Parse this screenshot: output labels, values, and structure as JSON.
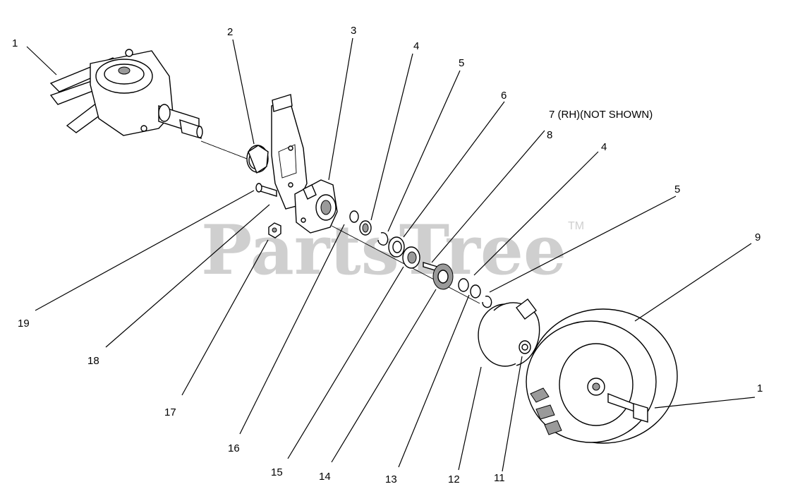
{
  "watermark": {
    "text": "PartsTree",
    "mark": "TM"
  },
  "callouts": [
    {
      "id": "c1",
      "text": "1"
    },
    {
      "id": "c2",
      "text": "2"
    },
    {
      "id": "c3",
      "text": "3"
    },
    {
      "id": "c4a",
      "text": "4"
    },
    {
      "id": "c5a",
      "text": "5"
    },
    {
      "id": "c6",
      "text": "6"
    },
    {
      "id": "c7",
      "text": "7 (RH)(NOT SHOWN)"
    },
    {
      "id": "c8",
      "text": "8"
    },
    {
      "id": "c4b",
      "text": "4"
    },
    {
      "id": "c5b",
      "text": "5"
    },
    {
      "id": "c9",
      "text": "9"
    },
    {
      "id": "c10",
      "text": "1"
    },
    {
      "id": "c11",
      "text": "11"
    },
    {
      "id": "c12",
      "text": "12"
    },
    {
      "id": "c13",
      "text": "13"
    },
    {
      "id": "c14",
      "text": "14"
    },
    {
      "id": "c15",
      "text": "15"
    },
    {
      "id": "c16",
      "text": "16"
    },
    {
      "id": "c17",
      "text": "17"
    },
    {
      "id": "c18",
      "text": "18"
    },
    {
      "id": "c19",
      "text": "19"
    }
  ]
}
